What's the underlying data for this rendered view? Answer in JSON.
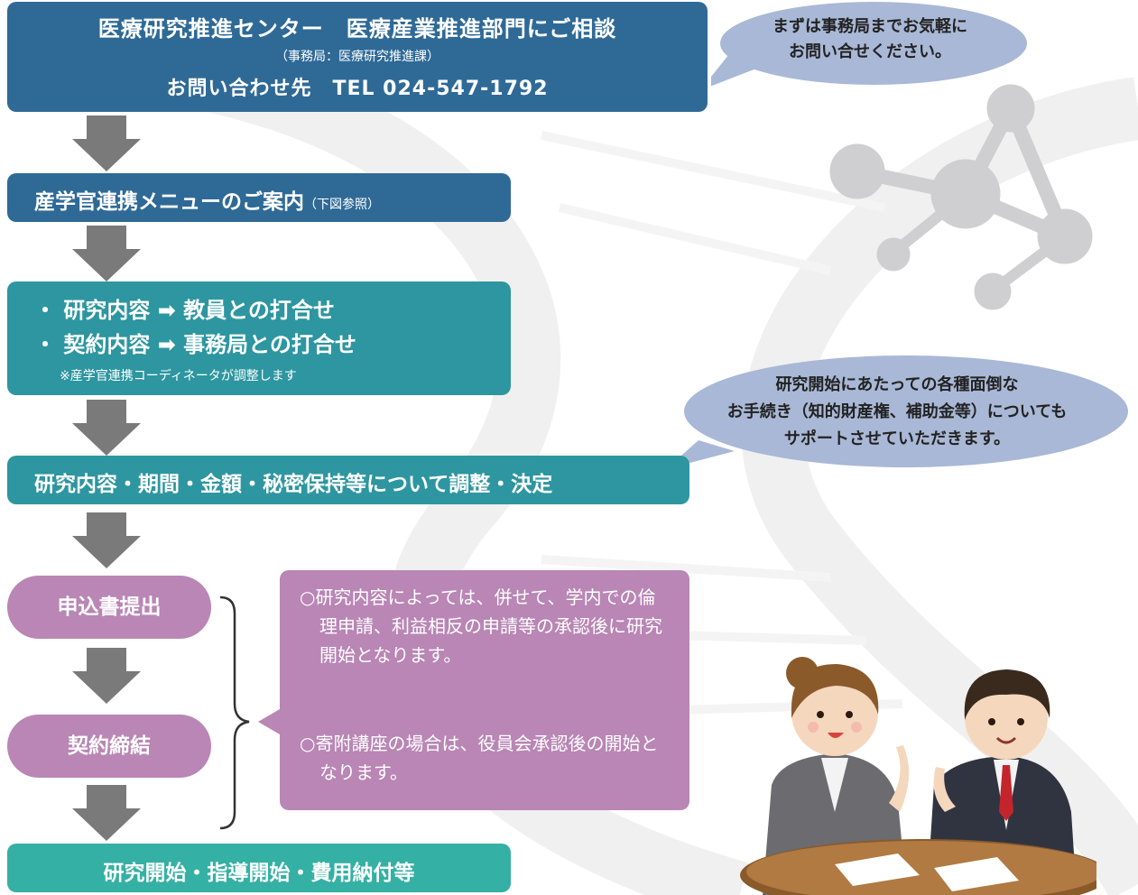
{
  "colors": {
    "blue_box": "#2f6a97",
    "teal_box": "#2d96a0",
    "green_box": "#35b0a4",
    "pink_box": "#b986b5",
    "bubble": "#a9b8d6",
    "arrow": "#7a7a7a"
  },
  "contact": {
    "title": "医療研究推進センター　医療産業推進部門にご相談",
    "office": "（事務局：医療研究推進課）",
    "phone": "お問い合わせ先　TEL 024-547-1792"
  },
  "bubble_top": {
    "line1": "まずは事務局までお気軽に",
    "line2": "お問い合せください。"
  },
  "menu_guide": {
    "title": "産学官連携メニューのご案内",
    "sub": "（下図参照）"
  },
  "meeting": {
    "bullet1": "・ 研究内容 ➡ 教員との打合せ",
    "bullet2": "・ 契約内容 ➡ 事務局との打合せ",
    "note": "※産学官連携コーディネータが調整します"
  },
  "bubble_mid": {
    "line1": "研究開始にあたっての各種面倒な",
    "line2": "お手続き（知的財産権、補助金等）についても",
    "line3": "サポートさせていただきます。"
  },
  "decide": {
    "title": "研究内容・期間・金額・秘密保持等について調整・決定"
  },
  "apply": {
    "label": "申込書提出"
  },
  "contract": {
    "label": "契約締結"
  },
  "notes": {
    "item1": "○研究内容によっては、併せて、学内での倫理申請、利益相反の申請等の承認後に研究開始となります。",
    "item2": "○寄附講座の場合は、役員会承認後の開始となります。"
  },
  "start": {
    "title": "研究開始・指導開始・費用納付等"
  },
  "icons": [
    "down-arrow-icon",
    "molecule-icon",
    "dna-helix-icon",
    "meeting-people-illustration"
  ]
}
